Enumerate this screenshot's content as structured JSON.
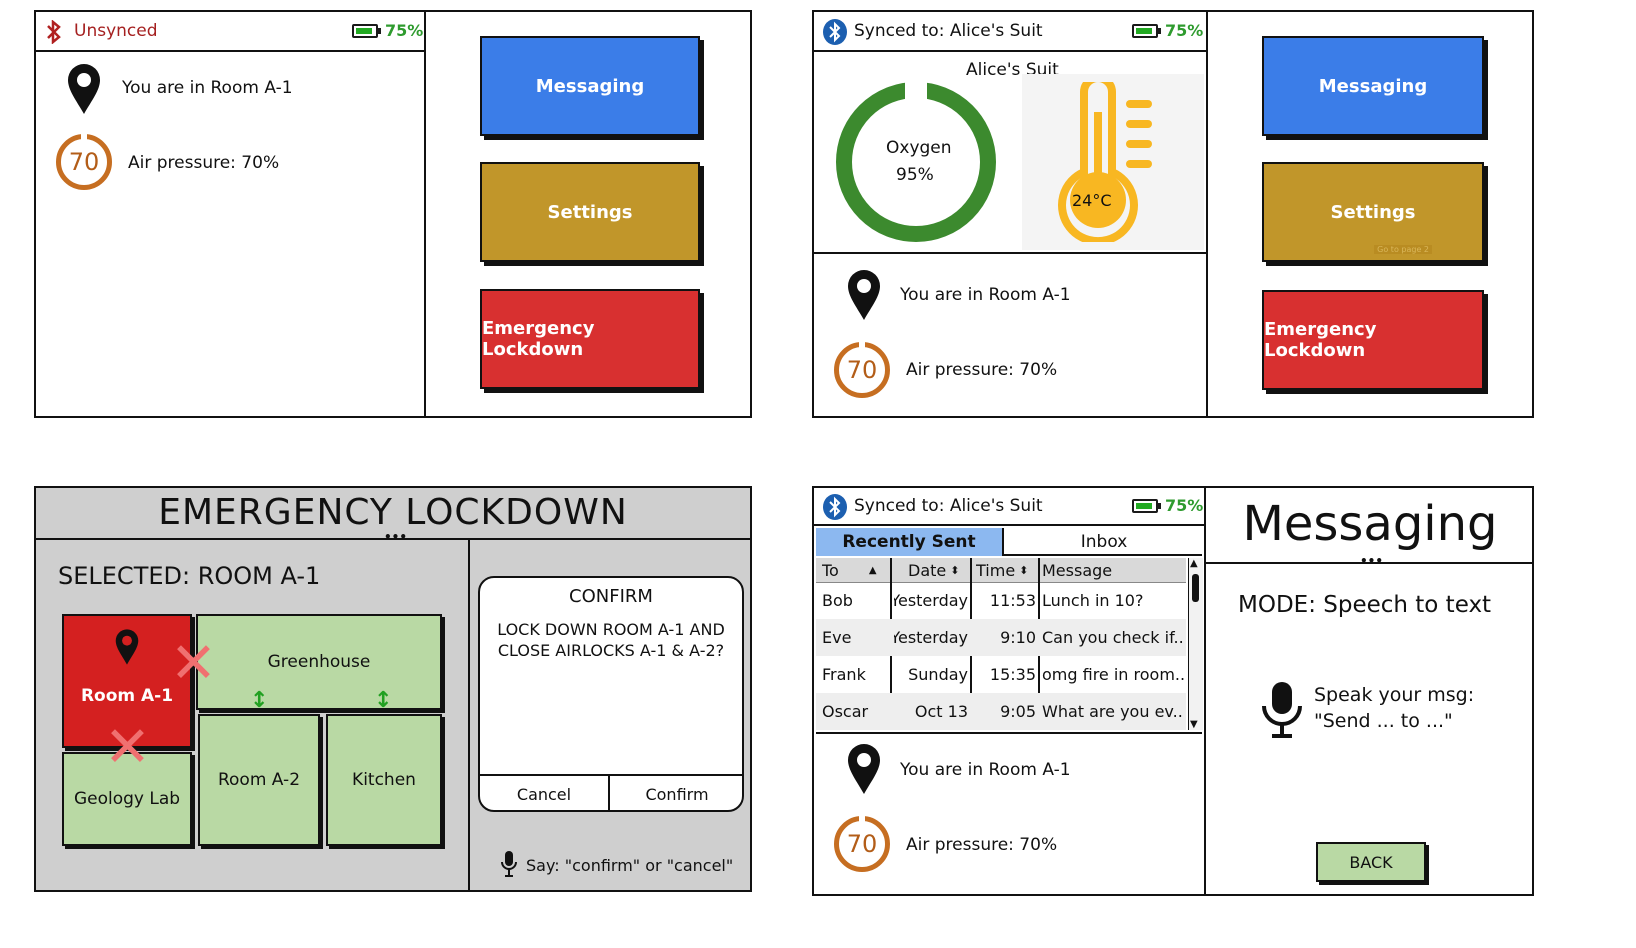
{
  "panel1": {
    "status": "Unsynced",
    "battery": "75%",
    "location": "You are in Room A-1",
    "gauge_value": "70",
    "air_pressure": "Air pressure: 70%",
    "buttons": {
      "messaging": "Messaging",
      "settings": "Settings",
      "emergency": "Emergency Lockdown"
    }
  },
  "panel2": {
    "status": "Synced to: Alice's Suit",
    "battery": "75%",
    "suit_title": "Alice's Suit",
    "oxygen_label": "Oxygen",
    "oxygen_value": "95%",
    "temperature": "24°C",
    "location": "You are in Room A-1",
    "gauge_value": "70",
    "air_pressure": "Air pressure: 70%",
    "buttons": {
      "messaging": "Messaging",
      "settings": "Settings",
      "emergency": "Emergency Lockdown"
    },
    "settings_tooltip": "Go to page 2"
  },
  "panel3": {
    "title": "EMERGENCY LOCKDOWN",
    "selected": "SELECTED: ROOM A-1",
    "rooms": {
      "a1": "Room A-1",
      "greenhouse": "Greenhouse",
      "geology": "Geology Lab",
      "a2": "Room A-2",
      "kitchen": "Kitchen"
    },
    "confirm": {
      "title": "CONFIRM",
      "line1": "LOCK DOWN ROOM A-1 AND",
      "line2": "CLOSE AIRLOCKS A-1 & A-2?",
      "cancel": "Cancel",
      "ok": "Confirm"
    },
    "voice_hint": "Say: \"confirm\" or \"cancel\""
  },
  "panel4": {
    "status": "Synced to: Alice's Suit",
    "battery": "75%",
    "tabs": [
      "Recently Sent",
      "Inbox"
    ],
    "columns": [
      "To",
      "Date",
      "Time",
      "Message"
    ],
    "rows": [
      {
        "to": "Bob",
        "date": "Yesterday",
        "time": "11:53",
        "msg": "Lunch in 10?"
      },
      {
        "to": "Eve",
        "date": "Yesterday",
        "time": "9:10",
        "msg": "Can you check if..."
      },
      {
        "to": "Frank",
        "date": "Sunday",
        "time": "15:35",
        "msg": "omg fire in room..."
      },
      {
        "to": "Oscar",
        "date": "Oct 13",
        "time": "9:05",
        "msg": "What are you ev..."
      }
    ],
    "location": "You are in Room A-1",
    "gauge_value": "70",
    "air_pressure": "Air pressure: 70%",
    "messaging_title": "Messaging",
    "mode": "MODE: Speech to text",
    "speak_line1": "Speak your msg:",
    "speak_line2": "\"Send ... to ...\"",
    "back": "BACK"
  },
  "colors": {
    "blue": "#3b7de8",
    "gold": "#c1962a",
    "red": "#d83030",
    "room_green": "#b9d9a4",
    "oxygen_green": "#3c8a2e",
    "thermo_yellow": "#f8b722",
    "gauge_orange": "#c66e21",
    "tab_blue": "#8cb8f0"
  }
}
